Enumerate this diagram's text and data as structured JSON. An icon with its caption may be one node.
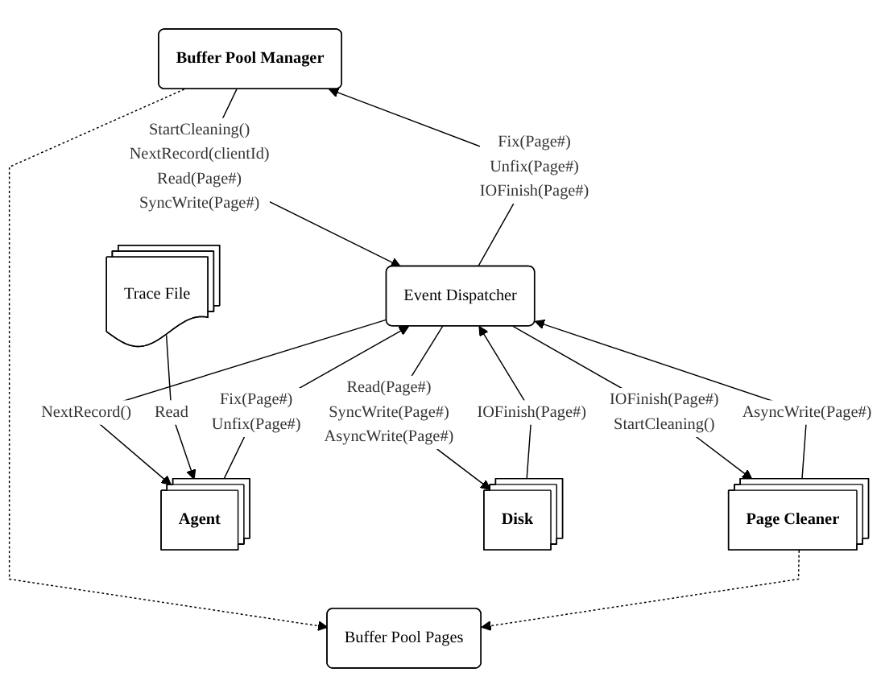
{
  "diagram": {
    "nodes": [
      {
        "text": [
          "Buffer Pool Pages"
        ]
      },
      {
        "text": [
          "Buffer Pool Manager"
        ]
      },
      {
        "text": [
          "Page Cleaner"
        ]
      },
      {
        "text": [
          "Event Dispatcher"
        ]
      },
      {
        "text": [
          "Agent"
        ]
      },
      {
        "text": [
          "Trace File"
        ]
      },
      {
        "text": [
          "Disk"
        ]
      }
    ],
    "edges": [
      {
        "from": 1,
        "to": 0,
        "arrow": "to",
        "style": "dashed"
      },
      {
        "from": 2,
        "to": 0,
        "arrow": "to",
        "style": "dashed"
      },
      {
        "from": 1,
        "to": 3,
        "arrow": "to",
        "label": "StartCleaning() NextRecord(clientId) Read(Page#) SyncWrite(Page#)"
      },
      {
        "from": 3,
        "to": 1,
        "arrow": "to",
        "label": "Fix(Page#) Unfix(Page#) IOFinish(Page#)"
      },
      {
        "from": 3,
        "to": 2,
        "arrow": "to",
        "label": "IOFinish(Page#) StartCleaning()"
      },
      {
        "from": 2,
        "to": 3,
        "arrow": "to",
        "label": "AsyncWrite(Page#)"
      },
      {
        "from": 4,
        "to": 3,
        "arrow": "to",
        "label": "Fix(Page#) Unfix(Page#)"
      },
      {
        "from": 3,
        "to": 4,
        "arrow": "to",
        "label": "NextRecord()"
      },
      {
        "from": 5,
        "to": 4,
        "arrow": "to",
        "label": "Read"
      },
      {
        "from": 3,
        "to": 6,
        "arrow": "to",
        "label": "Read(Page#) SyncWrite(Page#) AsyncWrite(Page#)"
      },
      {
        "from": 6,
        "to": 3,
        "arrow": "to",
        "label": "IOFinish(Page#)"
      }
    ]
  }
}
